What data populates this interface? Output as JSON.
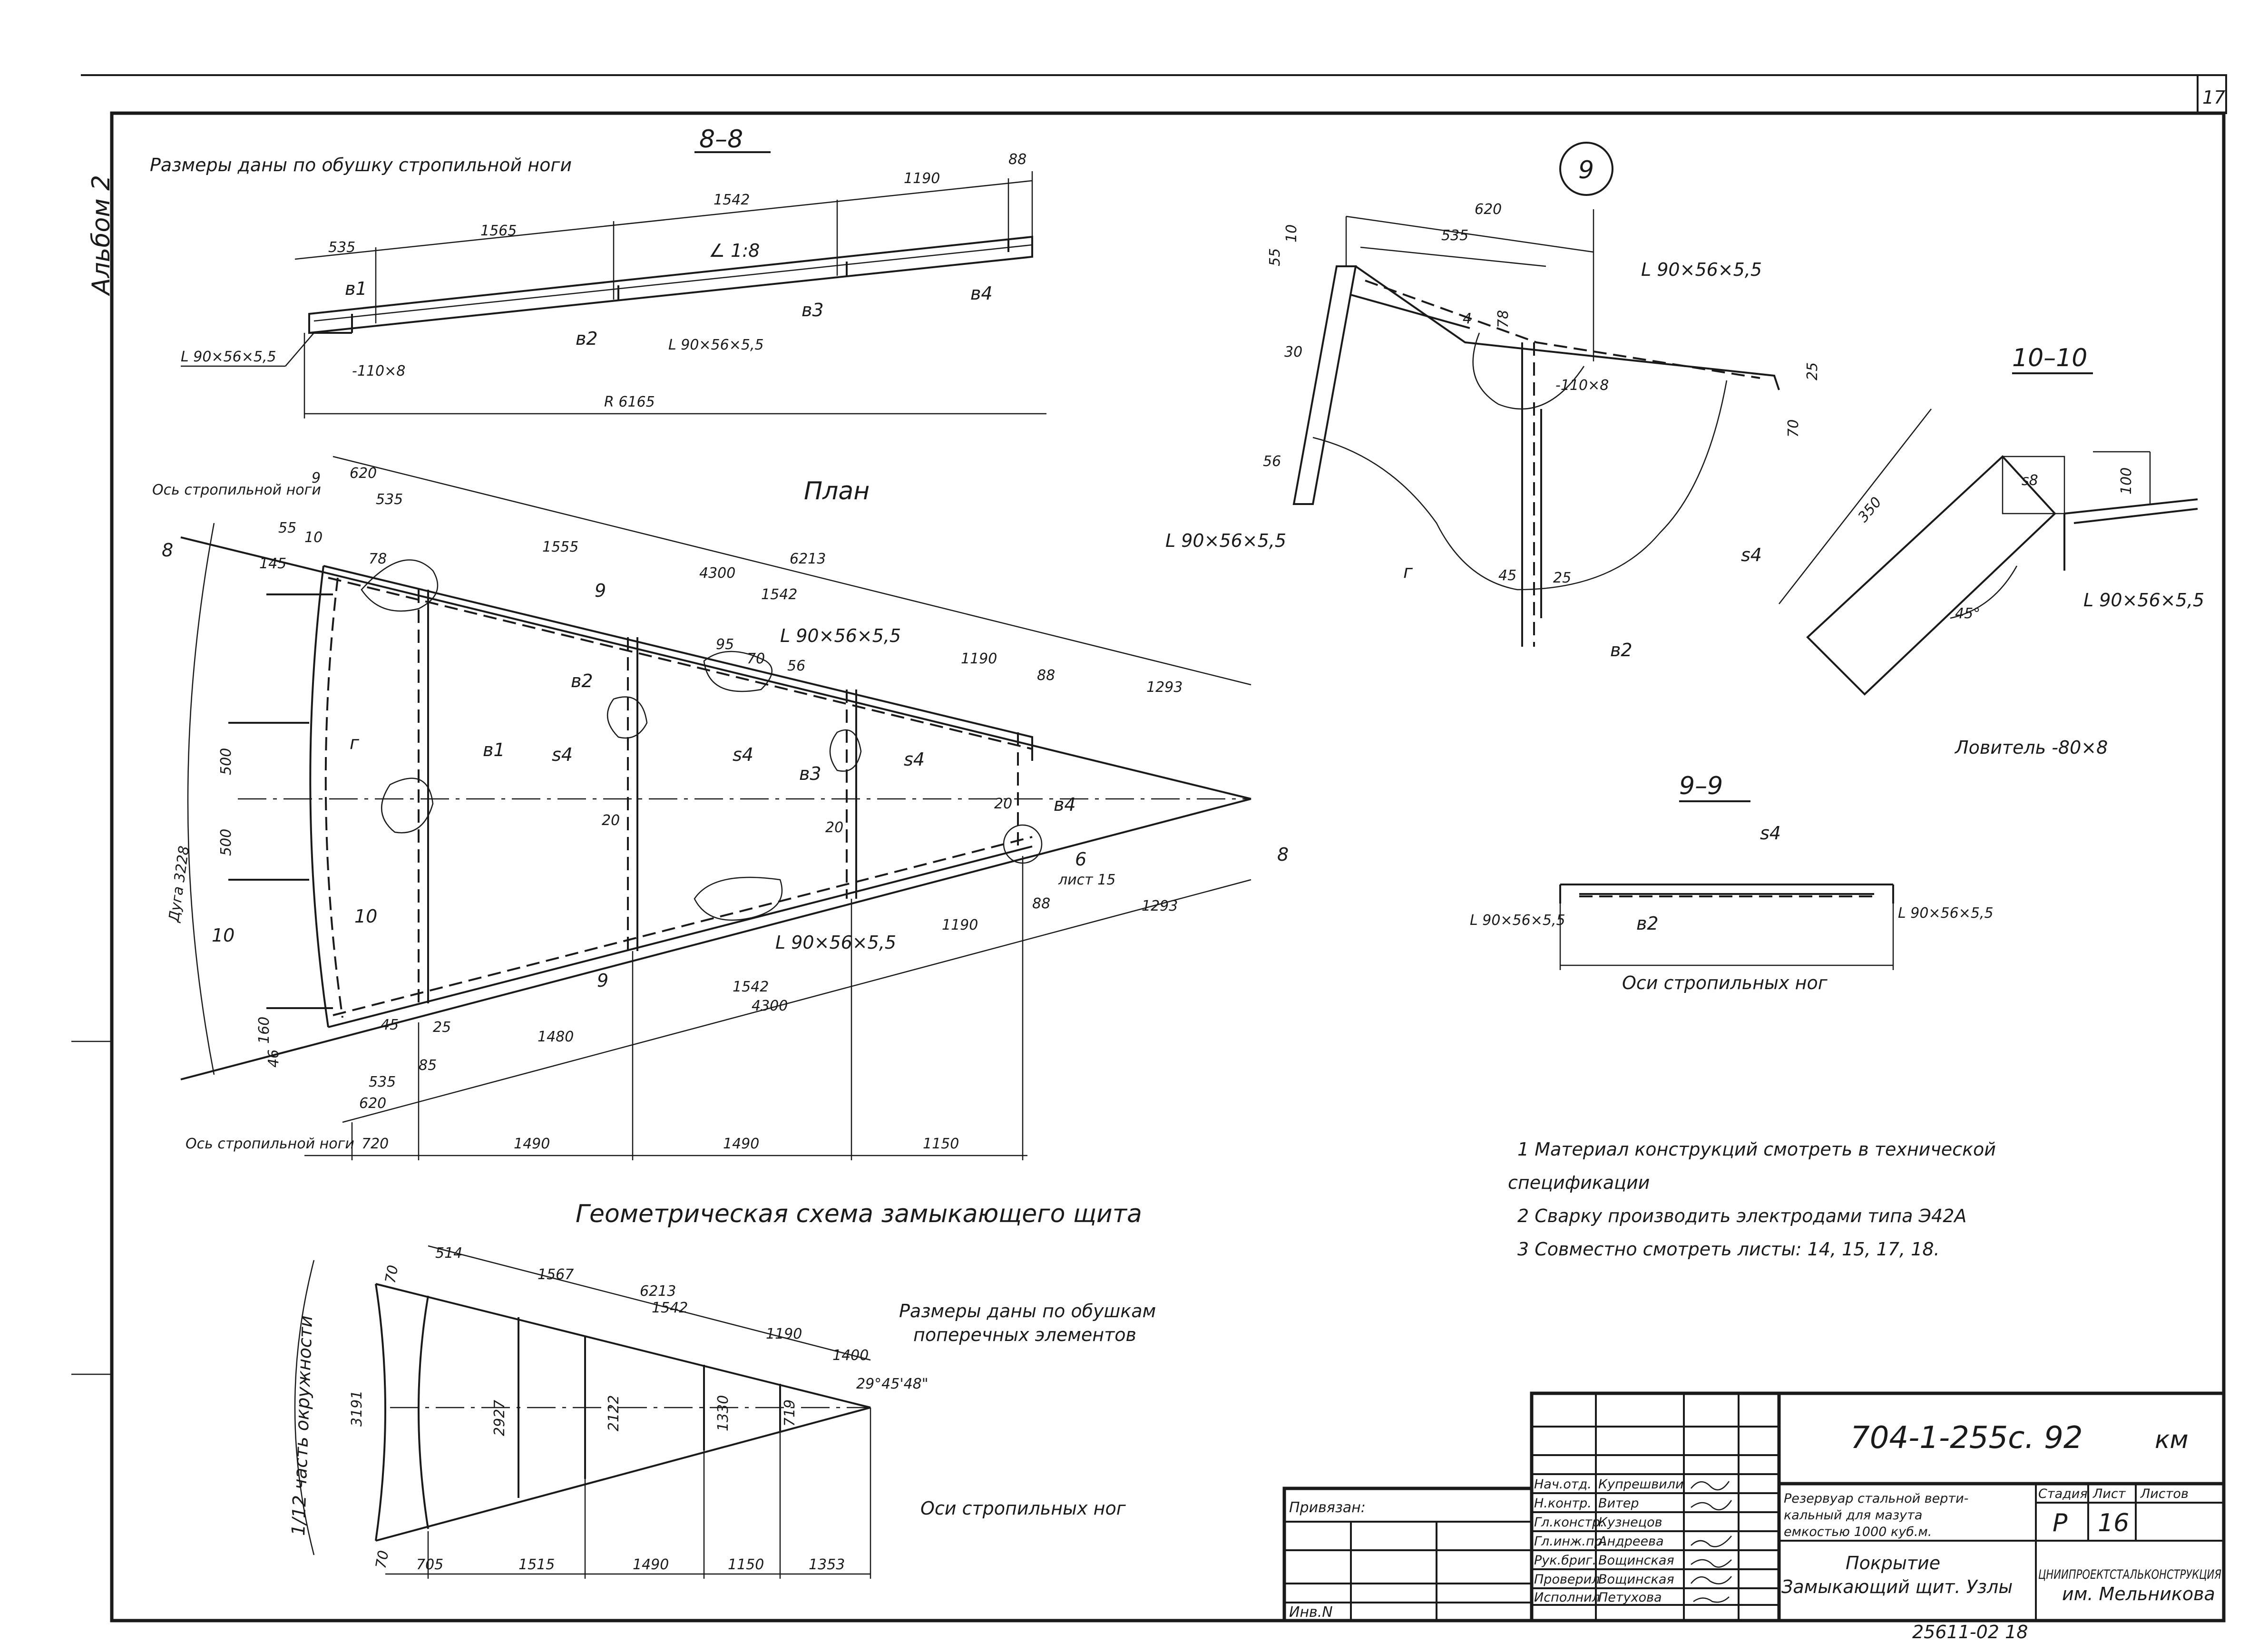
{
  "sheet": {
    "page_number": "17",
    "album": "Альбом 2",
    "doc_code": "704-1-255с. 92",
    "doc_suffix": "км",
    "bottom_code": "25611-02 18"
  },
  "notes": {
    "section88_note": "Размеры даны по обушку стропильной ноги",
    "scheme_note_1": "Размеры даны по обушкам",
    "scheme_note_2": "поперечных элементов",
    "items": [
      "1  Материал  конструкций  смотреть  в  технической",
      "спецификации",
      "2  Сварку  производить  электродами  типа  Э42А",
      "3  Совместно  смотреть  листы: 14, 15, 17, 18."
    ]
  },
  "views": {
    "section88": "8–8",
    "plan": "План",
    "node9": "9",
    "section1010": "10–10",
    "section99": "9–9",
    "scheme": "Геометрическая  схема  замыкающего  щита"
  },
  "section88": {
    "d535": "535",
    "d1565": "1565",
    "d1542": "1542",
    "d1190": "1190",
    "d88": "88",
    "slope": "∠ 1:8",
    "b1": "в1",
    "b2": "в2",
    "b3": "в3",
    "b4": "в4",
    "angle1": "L 90×56×5,5",
    "angle2": "L 90×56×5,5",
    "plate": "-110×8",
    "radius": "R 6165"
  },
  "plan": {
    "rafter_axis_top": "Ось стропильной ноги",
    "rafter_axis_bottom": "Ось стропильной ноги",
    "arc": "Дуга 3228",
    "d620": "620",
    "d535": "535",
    "d1555": "1555",
    "d6213": "6213",
    "d4300": "4300",
    "d1542": "1542",
    "d1190": "1190",
    "d88": "88",
    "d1293": "1293",
    "d55": "55",
    "d10": "10",
    "d145": "145",
    "d78": "78",
    "d500a": "500",
    "d500b": "500",
    "d95": "95",
    "d70": "70",
    "d56": "56",
    "d20a": "20",
    "d20b": "20",
    "d20c": "20",
    "d1480": "1480",
    "d45": "45",
    "d25": "25",
    "d85": "85",
    "d160": "160",
    "d46": "46",
    "d720": "720",
    "d1490a": "1490",
    "d1490b": "1490",
    "d1150": "1150",
    "angle_top": "L 90×56×5,5",
    "angle_bot": "L 90×56×5,5",
    "s4a": "s4",
    "s4b": "s4",
    "s4c": "s4",
    "b1": "в1",
    "b2": "в2",
    "b3": "в3",
    "b4": "в4",
    "g": "г",
    "node6": "6",
    "sheet15": "лист 15",
    "cut8": "8",
    "cut8b": "8",
    "cut9": "9",
    "cut9b": "9",
    "cut10a": "10",
    "cut10b": "10",
    "node9ref": "9"
  },
  "node9": {
    "d620": "620",
    "d535": "535",
    "d55": "55",
    "d10": "10",
    "d30": "30",
    "d56": "56",
    "d78": "78",
    "d25": "25",
    "d70": "70",
    "d45": "45",
    "d25b": "25",
    "angle_a": "L 90×56×5,5",
    "angle_b": "L 90×56×5,5",
    "plate": "-110×8",
    "s4": "s4",
    "b2": "в2",
    "g": "г",
    "w4": "4"
  },
  "section1010": {
    "d350": "350",
    "d100": "100",
    "s8": "s8",
    "angle45": "45°",
    "angle": "L 90×56×5,5",
    "catcher": "Ловитель -80×8"
  },
  "section99": {
    "s4": "s4",
    "b2": "в2",
    "angle_l": "L 90×56×5,5",
    "angle_r": "L 90×56×5,5",
    "axes": "Оси стропильных ног"
  },
  "scheme": {
    "circle_part": "1/12 часть окружности",
    "d514": "514",
    "d1567": "1567",
    "d6213": "6213",
    "d1542": "1542",
    "d1190": "1190",
    "d1400": "1400",
    "angle": "29°45'48\"",
    "d70t": "70",
    "d70b": "70",
    "d3191": "3191",
    "d2927": "2927",
    "d2122": "2122",
    "d1330": "1330",
    "d719": "719",
    "d705": "705",
    "d1515": "1515",
    "d1490": "1490",
    "d1150": "1150",
    "d1353": "1353",
    "axes": "Оси стропильных ног"
  },
  "title_block": {
    "privyazan": "Привязан:",
    "inv": "Инв.N",
    "roles": [
      "Нач.отд.",
      "Н.контр.",
      "Гл.констр.",
      "Гл.инж.пр.",
      "Рук.бриг.",
      "Проверил",
      "Исполнил"
    ],
    "names": [
      "Купрешвили",
      "Витер",
      "Кузнецов",
      "Андреева",
      "Вощинская",
      "Вощинская",
      "Петухова"
    ],
    "description": [
      "Резервуар  стальной  верти-",
      "кальный  для  мазута",
      "емкостью   1000 куб.м."
    ],
    "subtitle": [
      "Покрытие",
      "Замыкающий  щит.  Узлы"
    ],
    "stage_label": "Стадия",
    "sheet_label": "Лист",
    "sheets_label": "Листов",
    "stage": "Р",
    "sheet": "16",
    "sheets": "",
    "org": "ЦНИИПРОЕКТСТАЛЬКОНСТРУКЦИЯ",
    "org2": "им. Мельникова"
  }
}
